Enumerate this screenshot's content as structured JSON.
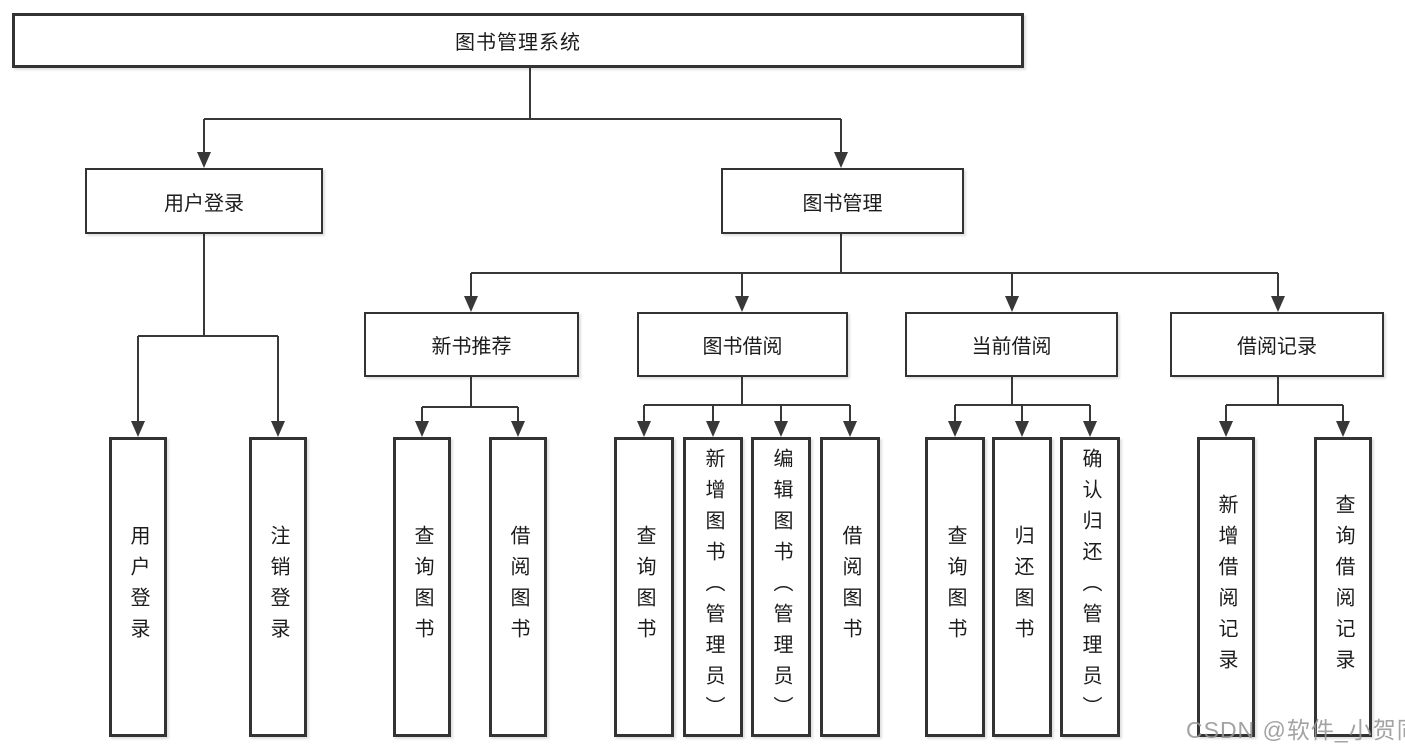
{
  "diagram": {
    "root": {
      "label": "图书管理系统",
      "children": {
        "user_login": {
          "label": "用户登录",
          "children": {
            "login": {
              "label": "用户登录"
            },
            "logout": {
              "label": "注销登录"
            }
          }
        },
        "book_mgmt": {
          "label": "图书管理",
          "children": {
            "new_book_rec": {
              "label": "新书推荐",
              "children": {
                "query_books": {
                  "label": "查询图书"
                },
                "borrow_books": {
                  "label": "借阅图书"
                }
              }
            },
            "book_borrow": {
              "label": "图书借阅",
              "children": {
                "query_books": {
                  "label": "查询图书"
                },
                "add_books": {
                  "label": "新增图书（管理员）"
                },
                "edit_books": {
                  "label": "编辑图书（管理员）"
                },
                "borrow_books": {
                  "label": "借阅图书"
                }
              }
            },
            "current_borrow": {
              "label": "当前借阅",
              "children": {
                "query_books": {
                  "label": "查询图书"
                },
                "return_books": {
                  "label": "归还图书"
                },
                "confirm_return": {
                  "label": "确认归还（管理员）"
                }
              }
            },
            "borrow_record": {
              "label": "借阅记录",
              "children": {
                "add_record": {
                  "label": "新增借阅记录"
                },
                "query_record": {
                  "label": "查询借阅记录"
                }
              }
            }
          }
        }
      }
    }
  },
  "watermark": {
    "text": "CSDN @软件_小贺同学"
  },
  "colors": {
    "line": "#383838",
    "box_border": "#333333",
    "text": "#1c1c1c",
    "background": "#ffffff",
    "watermark": "#969696"
  }
}
